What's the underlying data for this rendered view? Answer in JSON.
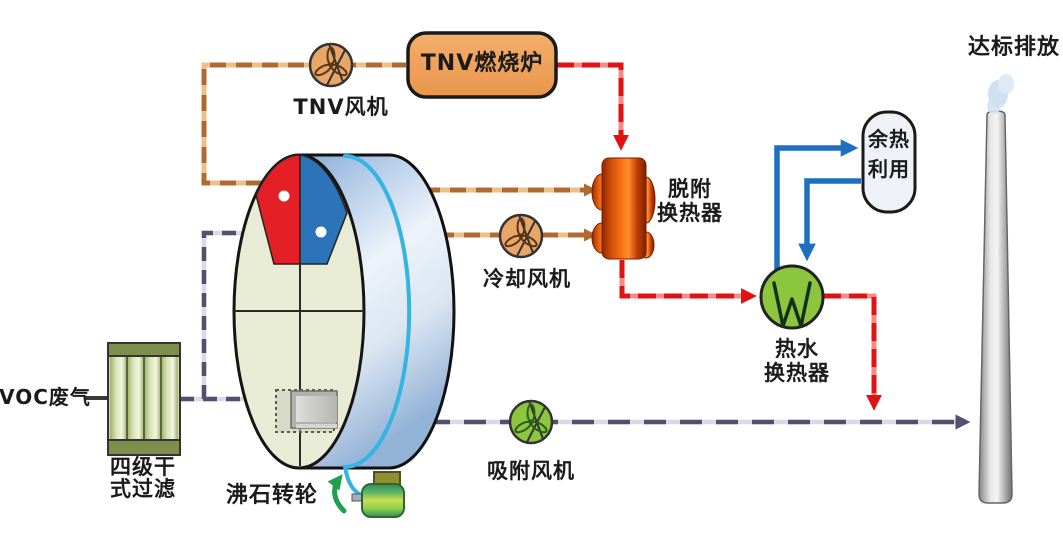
{
  "diagram": {
    "nodes": {
      "voc_inlet": {
        "label": "VOC废气"
      },
      "filter": {
        "label_line1": "四级干",
        "label_line2": "式过滤"
      },
      "rotor": {
        "label": "沸石转轮"
      },
      "tnv_fan": {
        "label": "TNV风机"
      },
      "tnv_furnace": {
        "label": "TNV燃烧炉"
      },
      "cooling_fan": {
        "label": "冷却风机"
      },
      "adsorption_fan": {
        "label": "吸附风机"
      },
      "desorption_hx": {
        "label_line1": "脱附",
        "label_line2": "换热器"
      },
      "hot_water_hx": {
        "label_line1": "热水",
        "label_line2": "换热器"
      },
      "waste_heat": {
        "label_line1": "余热",
        "label_line2": "利用"
      },
      "emission": {
        "label": "达标排放"
      }
    },
    "colors": {
      "hot_air_line": "#b06a30",
      "flue_gas_line": "#e01212",
      "voc_line": "#50516e",
      "water_line": "#1d6fbf",
      "drive_belt": "#35b4e4",
      "furnace_fill": "#f0a25c",
      "rotor_face": "#e9ecd4",
      "rotor_rim": "#a8c4e4",
      "desorption_sector": "#e41f26",
      "cooling_sector": "#2b74b8",
      "warm_fan_fill": "#e8a768",
      "green_fan_fill": "#8cc63f",
      "hot_water_fill": "#8cc63f",
      "waste_heat_fill": "#eef1f6"
    }
  }
}
